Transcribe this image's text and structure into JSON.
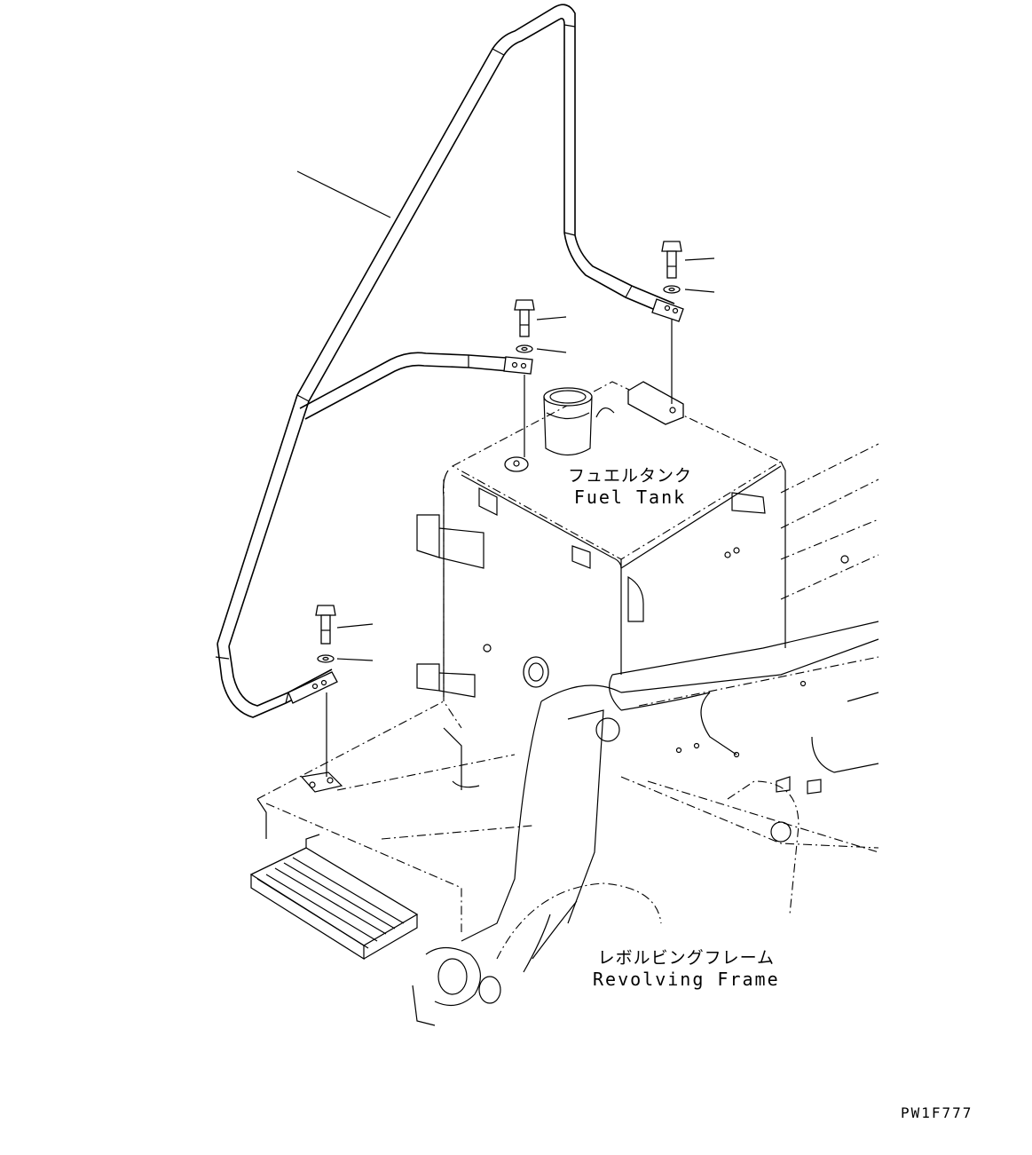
{
  "labels": {
    "fuel_tank": {
      "jp": "フュエルタンク",
      "en": "Fuel Tank"
    },
    "revolving_frame": {
      "jp": "レボルビングフレーム",
      "en": "Revolving Frame"
    }
  },
  "drawing_code": "PW1F777"
}
